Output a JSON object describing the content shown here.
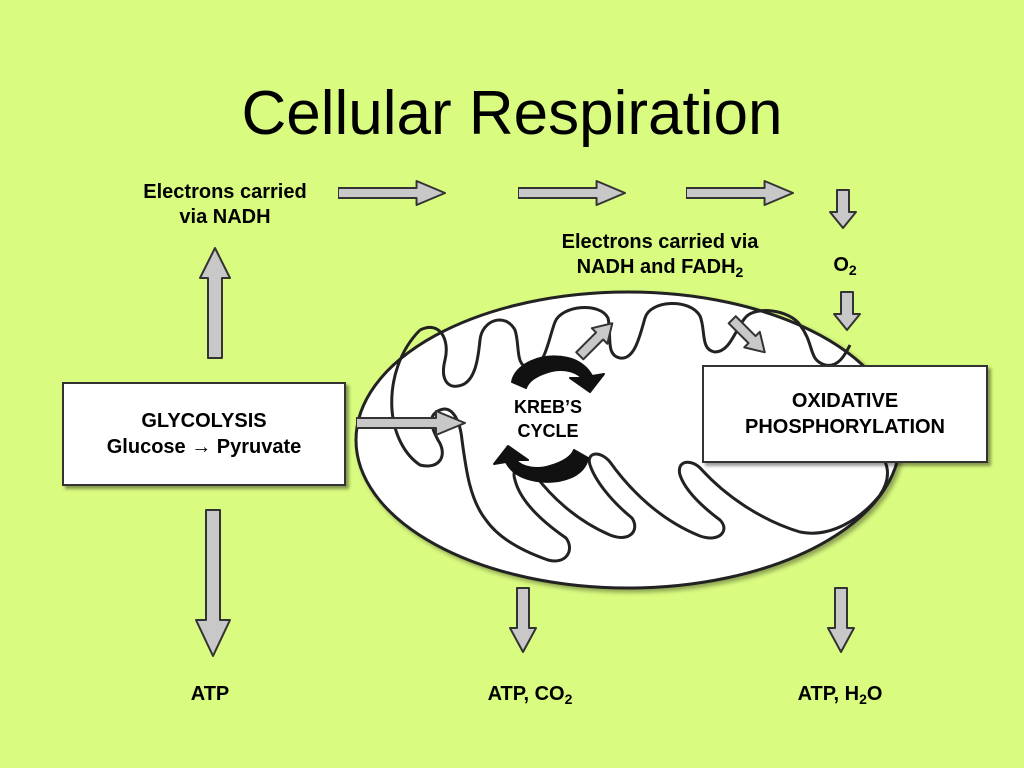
{
  "title": "Cellular Respiration",
  "labels": {
    "nadh_top_1": "Electrons carried",
    "nadh_top_2": "via NADH",
    "fadh_1": "Electrons carried via",
    "fadh_2": "NADH and FADH",
    "fadh_sub": "2",
    "o2": "O",
    "o2_sub": "2",
    "atp_left": "ATP",
    "atp_co2": "ATP, CO",
    "atp_co2_sub": "2",
    "atp_h2o_a": "ATP,  H",
    "atp_h2o_sub": "2",
    "atp_h2o_b": "O"
  },
  "glycolysis": {
    "line1": "GLYCOLYSIS",
    "line2": "Glucose → Pyruvate"
  },
  "krebs": {
    "line1": "KREB’S",
    "line2": "CYCLE"
  },
  "oxphos": {
    "line1": "OXIDATIVE",
    "line2": "PHOSPHORYLATION"
  },
  "colors": {
    "background": "#d9fb7f",
    "arrow_fill": "#c8c8c8",
    "arrow_stroke": "#333333",
    "mito_fill": "#ffffff"
  }
}
